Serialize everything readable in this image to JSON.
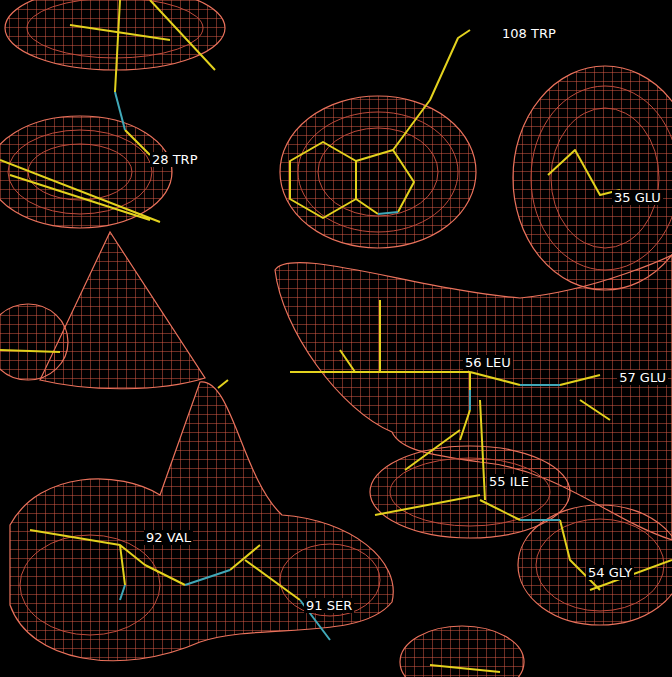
{
  "diagram": {
    "labels": [
      "108 TRP",
      "28 TRP",
      "35 GLU",
      "56 LEU",
      "57 GLU",
      "55 ILE",
      "92 VAL",
      "91 SER",
      "54 GLY"
    ]
  }
}
